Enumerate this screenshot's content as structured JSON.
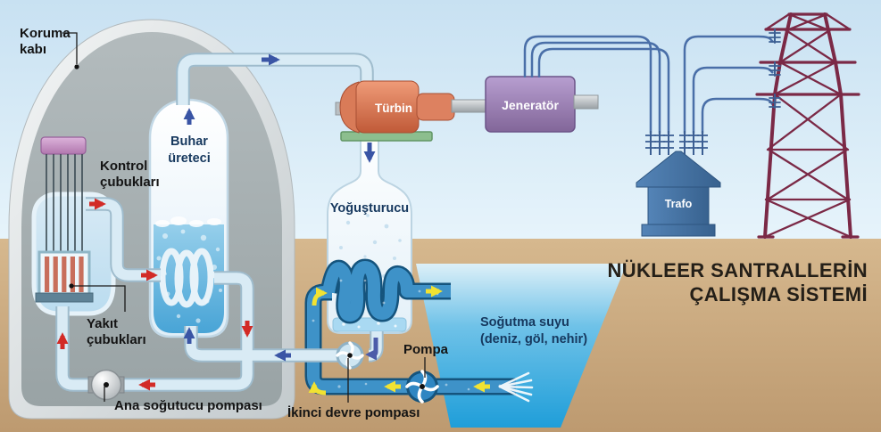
{
  "title": {
    "line1": "NÜKLEER SANTRALLERİN",
    "line2": "ÇALIŞMA SİSTEMİ"
  },
  "labels": {
    "containment": {
      "line1": "Koruma",
      "line2": "kabı"
    },
    "control_rods": {
      "line1": "Kontrol",
      "line2": "çubukları"
    },
    "steam_generator": {
      "line1": "Buhar",
      "line2": "üreteci"
    },
    "fuel_rods": {
      "line1": "Yakıt",
      "line2": "çubukları"
    },
    "turbine": "Türbin",
    "generator": "Jeneratör",
    "condenser": "Yoğuşturucu",
    "transformer": "Trafo",
    "cooling_water": {
      "line1": "Soğutma suyu",
      "line2": "(deniz, göl, nehir)"
    },
    "cooling_pump": "Pompa",
    "primary_pump": "Ana soğutucu pompası",
    "secondary_pump": "İkinci devre pompası"
  },
  "colors": {
    "sky": "#cfe6f4",
    "ground": "#c9a87e",
    "lake": "#1f9ed9",
    "containment_inner": "#a5aeb0",
    "containment_shell": "#dfe3e5",
    "primary_pipe": "#d9ebf5",
    "cooling_pipe": "#3e92c8",
    "turbine_orange": "#d97b58",
    "generator_purple": "#9b82b6",
    "transformer_blue": "#44729f",
    "tower_maroon": "#7b2946",
    "hot_arrow": "#d22b27",
    "steam_arrow": "#3a55a5",
    "cooling_arrow": "#f1e232"
  }
}
